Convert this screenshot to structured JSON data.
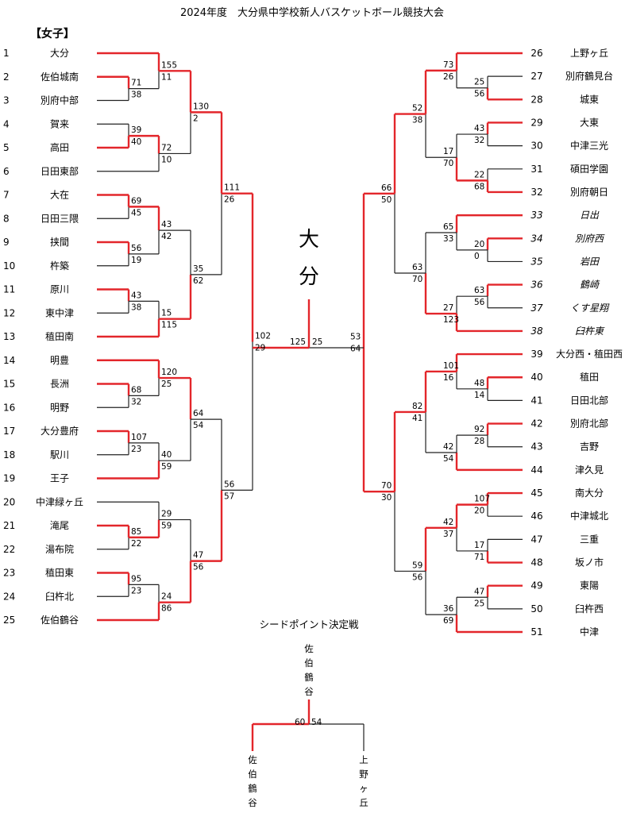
{
  "title": "2024年度　大分県中学校新人バスケットボール競技大会",
  "section": "【女子】",
  "champion": "大分",
  "seed_title": "シードポイント決定戦",
  "left_teams": [
    {
      "no": "1",
      "name": "大分"
    },
    {
      "no": "2",
      "name": "佐伯城南"
    },
    {
      "no": "3",
      "name": "別府中部"
    },
    {
      "no": "4",
      "name": "賀来"
    },
    {
      "no": "5",
      "name": "高田"
    },
    {
      "no": "6",
      "name": "日田東部"
    },
    {
      "no": "7",
      "name": "大在"
    },
    {
      "no": "8",
      "name": "日田三隈"
    },
    {
      "no": "9",
      "name": "挟間"
    },
    {
      "no": "10",
      "name": "杵築"
    },
    {
      "no": "11",
      "name": "原川"
    },
    {
      "no": "12",
      "name": "東中津"
    },
    {
      "no": "13",
      "name": "稙田南"
    },
    {
      "no": "14",
      "name": "明豊"
    },
    {
      "no": "15",
      "name": "長洲"
    },
    {
      "no": "16",
      "name": "明野"
    },
    {
      "no": "17",
      "name": "大分豊府"
    },
    {
      "no": "18",
      "name": "駅川"
    },
    {
      "no": "19",
      "name": "王子"
    },
    {
      "no": "20",
      "name": "中津緑ヶ丘"
    },
    {
      "no": "21",
      "name": "滝尾"
    },
    {
      "no": "22",
      "name": "湯布院"
    },
    {
      "no": "23",
      "name": "稙田東"
    },
    {
      "no": "24",
      "name": "臼杵北"
    },
    {
      "no": "25",
      "name": "佐伯鶴谷"
    }
  ],
  "right_teams": [
    {
      "no": "26",
      "name": "上野ヶ丘",
      "italic": false
    },
    {
      "no": "27",
      "name": "別府鶴見台",
      "italic": false
    },
    {
      "no": "28",
      "name": "城東",
      "italic": false
    },
    {
      "no": "29",
      "name": "大東",
      "italic": false
    },
    {
      "no": "30",
      "name": "中津三光",
      "italic": false
    },
    {
      "no": "31",
      "name": "碩田学園",
      "italic": false
    },
    {
      "no": "32",
      "name": "別府朝日",
      "italic": false
    },
    {
      "no": "33",
      "name": "日出",
      "italic": true
    },
    {
      "no": "34",
      "name": "別府西",
      "italic": true
    },
    {
      "no": "35",
      "name": "岩田",
      "italic": true
    },
    {
      "no": "36",
      "name": "鶴崎",
      "italic": true
    },
    {
      "no": "37",
      "name": "くす星翔",
      "italic": true
    },
    {
      "no": "38",
      "name": "臼杵東",
      "italic": true
    },
    {
      "no": "39",
      "name": "大分西・稙田西",
      "italic": false
    },
    {
      "no": "40",
      "name": "稙田",
      "italic": false
    },
    {
      "no": "41",
      "name": "日田北部",
      "italic": false
    },
    {
      "no": "42",
      "name": "別府北部",
      "italic": false
    },
    {
      "no": "43",
      "name": "吉野",
      "italic": false
    },
    {
      "no": "44",
      "name": "津久見",
      "italic": false
    },
    {
      "no": "45",
      "name": "南大分",
      "italic": false
    },
    {
      "no": "46",
      "name": "中津城北",
      "italic": false
    },
    {
      "no": "47",
      "name": "三重",
      "italic": false
    },
    {
      "no": "48",
      "name": "坂ノ市",
      "italic": false
    },
    {
      "no": "49",
      "name": "東陽",
      "italic": false
    },
    {
      "no": "50",
      "name": "臼杵西",
      "italic": false
    },
    {
      "no": "51",
      "name": "中津",
      "italic": false
    }
  ],
  "scores": {
    "L_r1": [
      {
        "id": "L2v3",
        "top": "71",
        "bottom": "38"
      },
      {
        "id": "L4v5",
        "top": "39",
        "bottom": "40"
      },
      {
        "id": "L7v8",
        "top": "69",
        "bottom": "45"
      },
      {
        "id": "L9v10",
        "top": "56",
        "bottom": "19"
      },
      {
        "id": "L11v12",
        "top": "43",
        "bottom": "38"
      },
      {
        "id": "L15v16",
        "top": "68",
        "bottom": "32"
      },
      {
        "id": "L17v18",
        "top": "107",
        "bottom": "23"
      },
      {
        "id": "L21v22",
        "top": "85",
        "bottom": "22"
      },
      {
        "id": "L23v24",
        "top": "95",
        "bottom": "23"
      }
    ],
    "L_r2": [
      {
        "id": "L1v23",
        "top": "155",
        "bottom": "11"
      },
      {
        "id": "L45v6",
        "top": "72",
        "bottom": "10"
      },
      {
        "id": "L78v910",
        "top": "43",
        "bottom": "42"
      },
      {
        "id": "L1112v13",
        "top": "15",
        "bottom": "115"
      },
      {
        "id": "L14v1516",
        "top": "120",
        "bottom": "25"
      },
      {
        "id": "L1718v19",
        "top": "40",
        "bottom": "59"
      },
      {
        "id": "L20v2122",
        "top": "29",
        "bottom": "59"
      },
      {
        "id": "L2324v25",
        "top": "24",
        "bottom": "86"
      }
    ],
    "L_r3": [
      {
        "id": "LA",
        "top": "130",
        "bottom": "2"
      },
      {
        "id": "LB",
        "top": "35",
        "bottom": "62"
      },
      {
        "id": "LC",
        "top": "64",
        "bottom": "54"
      },
      {
        "id": "LD",
        "top": "47",
        "bottom": "56"
      }
    ],
    "L_r4": [
      {
        "id": "LE",
        "top": "111",
        "bottom": "26"
      },
      {
        "id": "LF",
        "top": "56",
        "bottom": "57"
      }
    ],
    "L_r5": {
      "top": "102",
      "bottom": "29"
    },
    "final": {
      "left": "125",
      "right": "25"
    },
    "R_r5": {
      "top": "53",
      "bottom": "64"
    },
    "R_r1": [
      {
        "id": "R27v28",
        "top": "25",
        "bottom": "56"
      },
      {
        "id": "R29v30",
        "top": "43",
        "bottom": "32"
      },
      {
        "id": "R31v32",
        "top": "22",
        "bottom": "68"
      },
      {
        "id": "R34v35",
        "top": "20",
        "bottom": "0"
      },
      {
        "id": "R36v37",
        "top": "63",
        "bottom": "56"
      },
      {
        "id": "R40v41",
        "top": "48",
        "bottom": "14"
      },
      {
        "id": "R42v43",
        "top": "92",
        "bottom": "28"
      },
      {
        "id": "R45v46",
        "top": "107",
        "bottom": "20"
      },
      {
        "id": "R47v48",
        "top": "17",
        "bottom": "71"
      },
      {
        "id": "R49v50",
        "top": "47",
        "bottom": "25"
      }
    ],
    "R_r2": [
      {
        "id": "R26v2728",
        "top": "73",
        "bottom": "26"
      },
      {
        "id": "R2930v3132",
        "top": "17",
        "bottom": "70"
      },
      {
        "id": "R33v3435",
        "top": "65",
        "bottom": "33"
      },
      {
        "id": "R3637v38",
        "top": "27",
        "bottom": "123"
      },
      {
        "id": "R39v4041",
        "top": "101",
        "bottom": "16"
      },
      {
        "id": "R4243v44",
        "top": "42",
        "bottom": "54"
      },
      {
        "id": "R4546v4748",
        "top": "42",
        "bottom": "37"
      },
      {
        "id": "R4950v51",
        "top": "36",
        "bottom": "69"
      }
    ],
    "R_r3": [
      {
        "id": "RA",
        "top": "52",
        "bottom": "38"
      },
      {
        "id": "RB",
        "top": "63",
        "bottom": "70"
      },
      {
        "id": "RC",
        "top": "82",
        "bottom": "41"
      },
      {
        "id": "RD",
        "top": "59",
        "bottom": "56"
      }
    ],
    "R_r4": [
      {
        "id": "RE",
        "top": "66",
        "bottom": "50"
      },
      {
        "id": "RF",
        "top": "70",
        "bottom": "30"
      }
    ],
    "seed": {
      "left": "60",
      "right": "54"
    }
  },
  "seed_match": {
    "winner_top": "佐伯鶴谷",
    "left_team": "佐伯鶴谷",
    "right_team": "上野ヶ丘"
  },
  "colors": {
    "win": "#e3262b",
    "line": "#222222"
  }
}
